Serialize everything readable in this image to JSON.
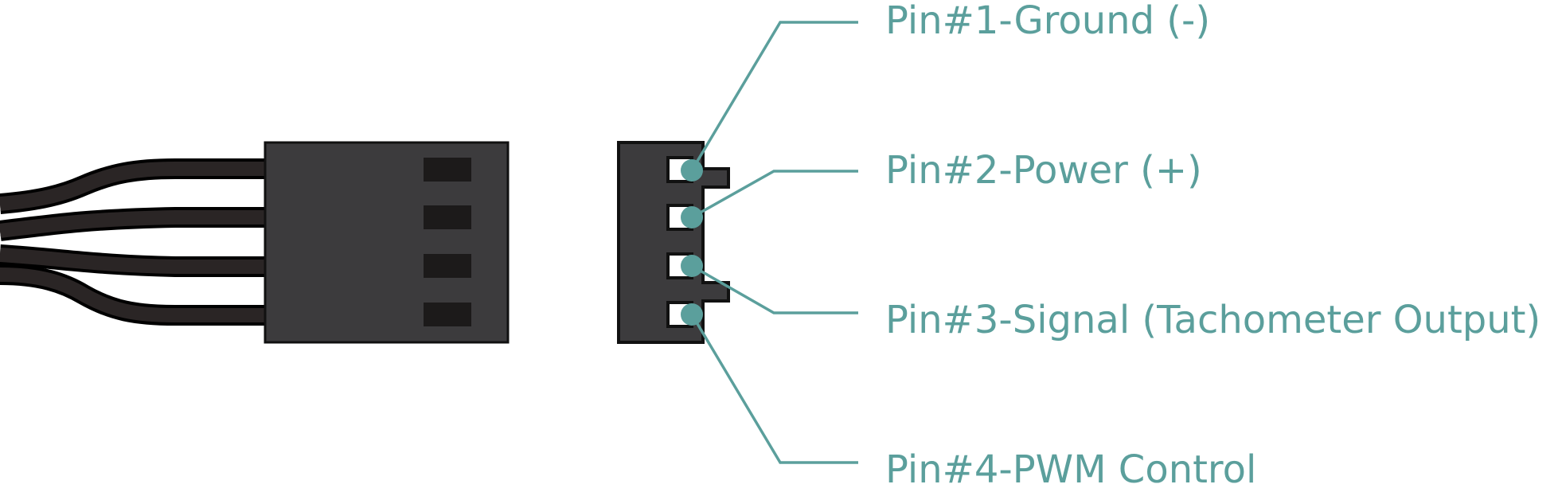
{
  "colors": {
    "accent": "#5b9f9c",
    "connector_body": "#3c3b3d",
    "outline": "#111111",
    "wire": "#2a2525",
    "slot": "#1c1a1a"
  },
  "pins": [
    {
      "number": 1,
      "label": "Pin#1-Ground (-)"
    },
    {
      "number": 2,
      "label": "Pin#2-Power (+)"
    },
    {
      "number": 3,
      "label": "Pin#3-Signal (Tachometer Output)"
    },
    {
      "number": 4,
      "label": "Pin#4-PWM Control"
    }
  ]
}
